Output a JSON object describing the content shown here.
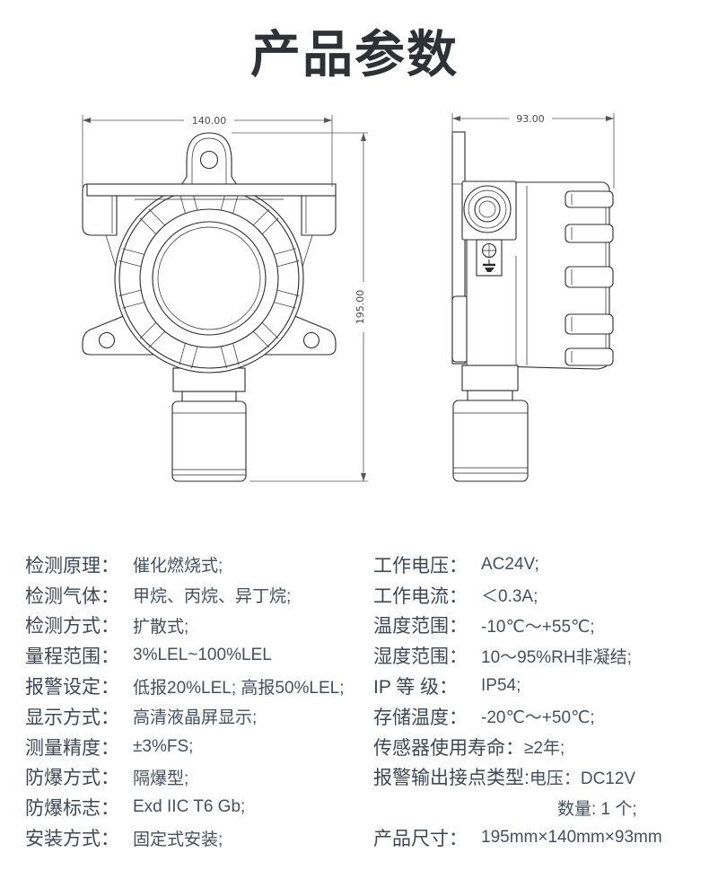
{
  "page": {
    "title": "产品参数"
  },
  "drawings": {
    "front_view": {
      "width_dim": "140.00",
      "height_dim": "195.00"
    },
    "side_view": {
      "width_dim": "93.00"
    }
  },
  "specs": {
    "left": [
      {
        "label": "检测原理：",
        "value": "催化燃烧式;"
      },
      {
        "label": "检测气体：",
        "value": "甲烷、丙烷、异丁烷;"
      },
      {
        "label": "检测方式：",
        "value": "扩散式;"
      },
      {
        "label": "量程范围：",
        "value": "3%LEL~100%LEL"
      },
      {
        "label": "报警设定：",
        "value": "低报20%LEL; 高报50%LEL;"
      },
      {
        "label": "显示方式：",
        "value": "高清液晶屏显示;"
      },
      {
        "label": "测量精度：",
        "value": "±3%FS;"
      },
      {
        "label": "防爆方式：",
        "value": "隔爆型;"
      },
      {
        "label": "防爆标志：",
        "value": "Exd IIC T6 Gb;"
      },
      {
        "label": "安装方式：",
        "value": "固定式安装;"
      }
    ],
    "right": [
      {
        "label": "工作电压：",
        "value": "AC24V;"
      },
      {
        "label": "工作电流：",
        "value": "＜0.3A;"
      },
      {
        "label": "温度范围：",
        "value": "-10℃～+55℃;"
      },
      {
        "label": "湿度范围：",
        "value": "10～95%RH非凝结;"
      },
      {
        "label": "IP 等 级：",
        "value": "IP54;"
      },
      {
        "label": "存储温度：",
        "value": "-20℃～+50℃;"
      },
      {
        "label": "传感器使用寿命：",
        "value": "≥2年;"
      },
      {
        "label": "报警输出接点类型:",
        "value": "电压：DC12V"
      },
      {
        "label": "",
        "value": "数量:  1 个;"
      },
      {
        "label": "产品尺寸：",
        "value": "195mm×140mm×93mm"
      }
    ]
  },
  "colors": {
    "title_text": "#2e3136",
    "spec_label_text": "#3d4756",
    "spec_value_text": "#44505f",
    "drawing_line": "#2b2b2b",
    "dimension_line": "#555555",
    "background": "#ffffff"
  }
}
